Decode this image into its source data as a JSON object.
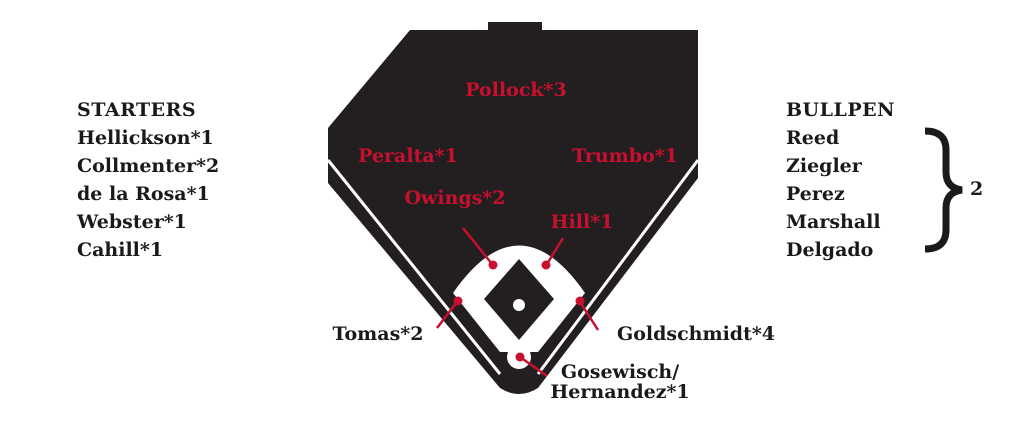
{
  "starters": {
    "heading": "STARTERS",
    "items": [
      "Hellickson*1",
      "Collmenter*2",
      "de la Rosa*1",
      "Webster*1",
      "Cahill*1"
    ]
  },
  "bullpen": {
    "heading": "BULLPEN",
    "items": [
      "Reed",
      "Ziegler",
      "Perez",
      "Marshall",
      "Delgado"
    ],
    "count": "2"
  },
  "positions": {
    "center_field": "Pollock*3",
    "left_field": "Peralta*1",
    "right_field": "Trumbo*1",
    "shortstop": "Owings*2",
    "second_base": "Hill*1",
    "third_base": "Tomas*2",
    "first_base": "Goldschmidt*4",
    "catcher_line1": "Gosewisch/",
    "catcher_line2": "Hernandez*1"
  },
  "colors": {
    "field": "#231f20",
    "infield": "#ffffff",
    "label": "#c8102e",
    "marker": "#c8102e",
    "text": "#1a1a1a"
  }
}
